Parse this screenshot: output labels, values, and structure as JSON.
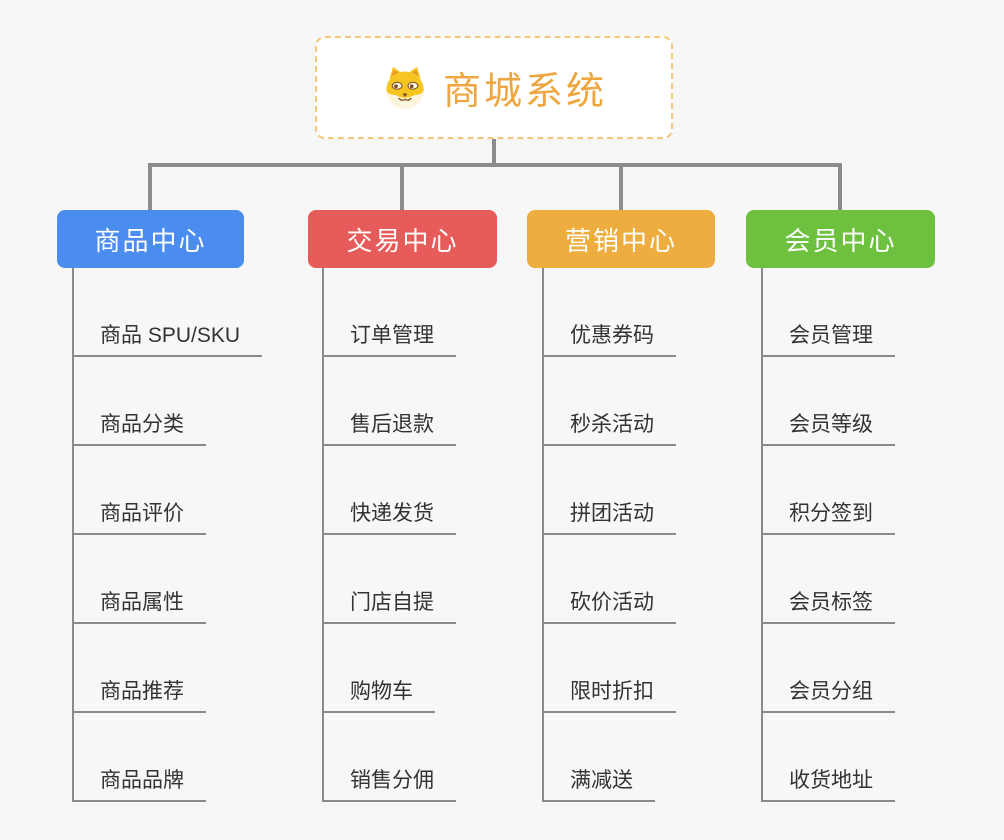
{
  "root": {
    "title": "商城系统",
    "icon": "shiba-dog-icon"
  },
  "branches": [
    {
      "label": "商品中心",
      "color": "#4a8dee",
      "items": [
        "商品 SPU/SKU",
        "商品分类",
        "商品评价",
        "商品属性",
        "商品推荐",
        "商品品牌"
      ]
    },
    {
      "label": "交易中心",
      "color": "#e65c5a",
      "items": [
        "订单管理",
        "售后退款",
        "快递发货",
        "门店自提",
        "购物车",
        "销售分佣"
      ]
    },
    {
      "label": "营销中心",
      "color": "#eead3f",
      "items": [
        "优惠券码",
        "秒杀活动",
        "拼团活动",
        "砍价活动",
        "限时折扣",
        "满减送"
      ]
    },
    {
      "label": "会员中心",
      "color": "#6ec13e",
      "items": [
        "会员管理",
        "会员等级",
        "积分签到",
        "会员标签",
        "会员分组",
        "收货地址"
      ]
    }
  ],
  "colors": {
    "background": "#f7f7f7",
    "connector_gray": "#8c8c8c",
    "underline_gray": "#8a8a8a",
    "root_text_orange": "#f0a63e",
    "root_border_orange": "#f5c87d",
    "subtopic_text": "#333333"
  }
}
